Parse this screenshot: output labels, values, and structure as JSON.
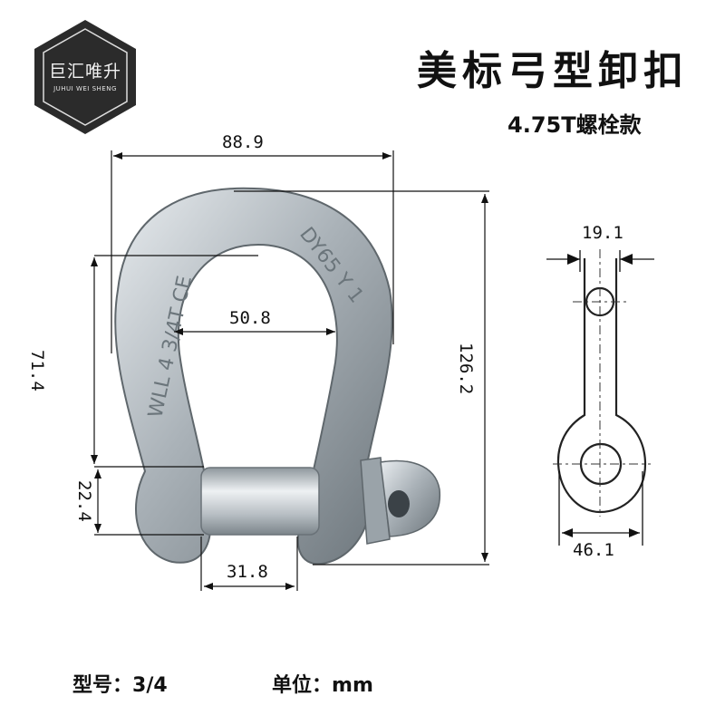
{
  "brand": {
    "name_cn": "巨汇唯升",
    "name_en": "JUHUI WEI SHENG"
  },
  "product": {
    "title": "美标弓型卸扣",
    "subtitle": "4.75T螺栓款",
    "markings": {
      "left": "WLL 4 3/4T CE",
      "right": "DY65 Y 1"
    }
  },
  "dimensions": {
    "outer_width": "88.9",
    "inner_width": "50.8",
    "inside_length": "71.4",
    "pin_section": "22.4",
    "total_height": "126.2",
    "pin_length": "31.8",
    "side_thickness": "19.1",
    "eye_width": "46.1"
  },
  "footer": {
    "model_label": "型号：",
    "model_value": "3/4",
    "unit_label": "单位：",
    "unit_value": "mm"
  }
}
